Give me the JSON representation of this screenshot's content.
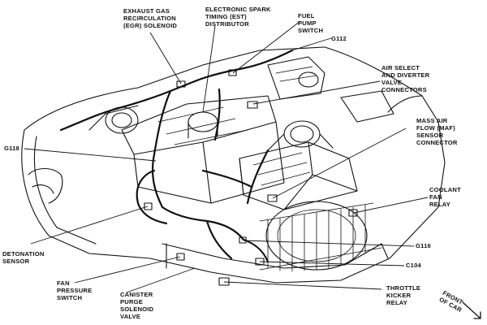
{
  "labels": {
    "egr": "EXHAUST GAS\nRECIRCULATION\n(EGR) SOLENOID",
    "est": "ELECTRONIC SPARK\nTIMING (EST)\nDISTRIBUTOR",
    "fuel_pump": "FUEL\nPUMP\nSWITCH",
    "g112": "G112",
    "air_select": "AIR SELECT\nAND DIVERTER\nVALVE\nCONNECTORS",
    "g118": "G118",
    "maf": "MASS AIR\nFLOW (MAF)\nSENSOR\nCONNECTOR",
    "coolant": "COOLANT\nFAN\nRELAY",
    "g116": "G116",
    "c104": "C104",
    "detonation": "DETONATION\nSENSOR",
    "fan_pressure": "FAN\nPRESSURE\nSWITCH",
    "canister": "CANISTER\nPURGE\nSOLENOID\nVALVE",
    "throttle": "THROTTLE\nKICKER\nRELAY",
    "front_of_car": "FRONT\nOF CAR"
  },
  "colors": {
    "ink": "#111111",
    "paper": "#ffffff"
  }
}
